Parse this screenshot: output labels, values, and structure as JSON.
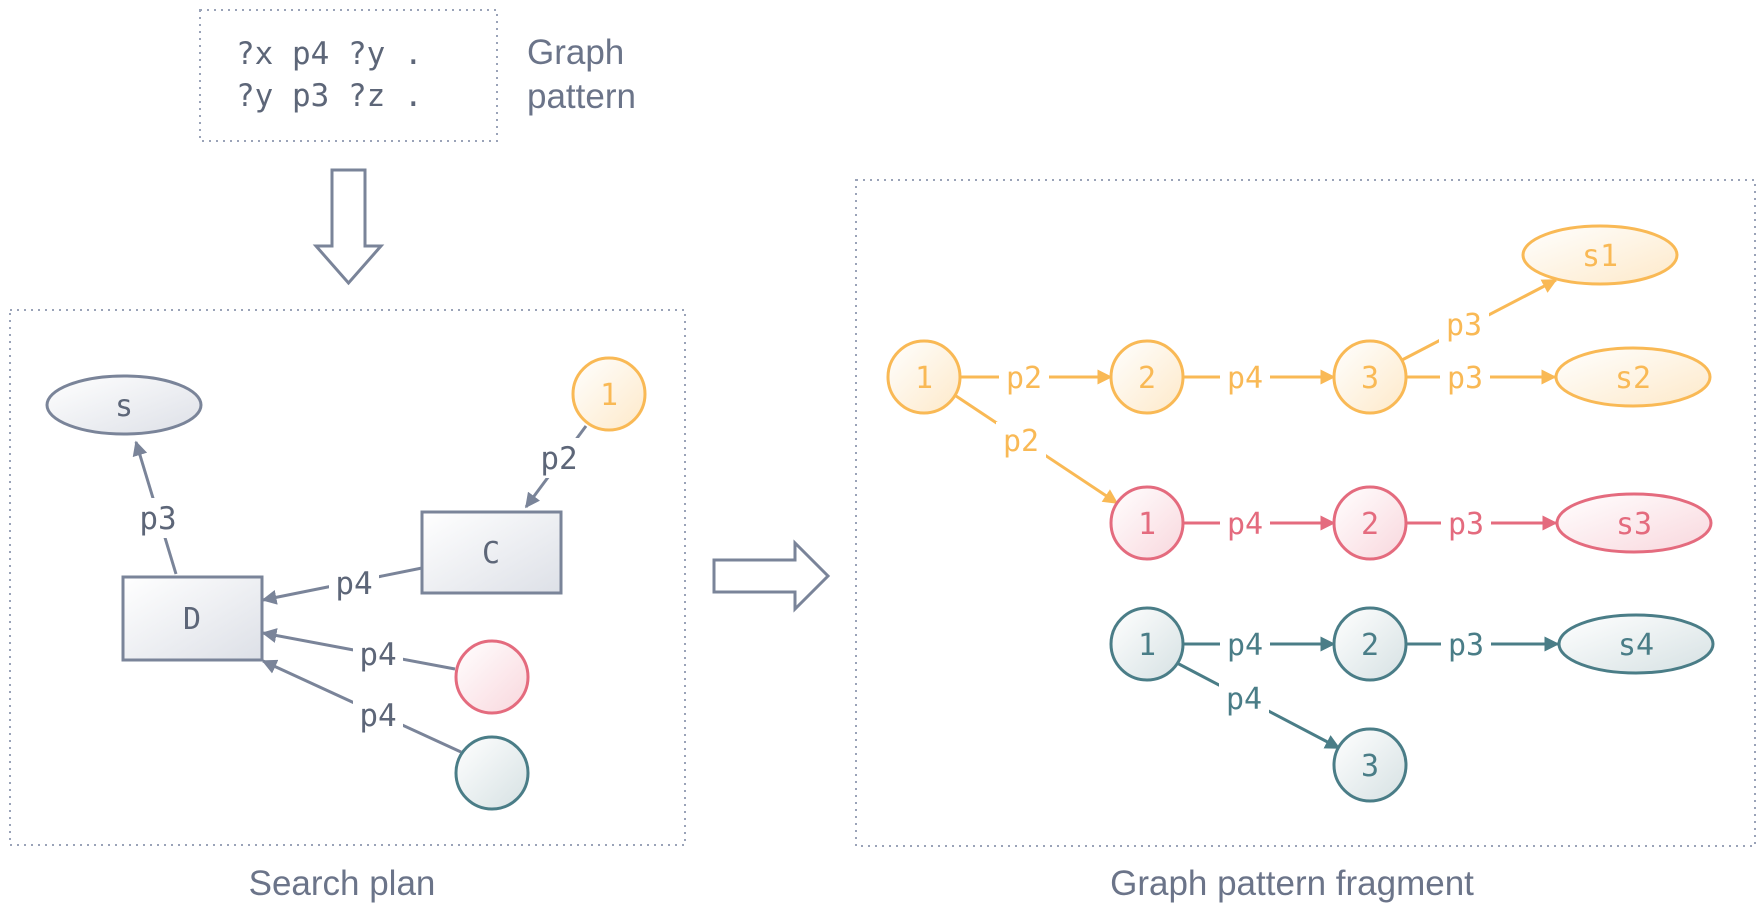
{
  "pattern": {
    "lines": [
      "?x p4 ?y .",
      "?y p3 ?z ."
    ],
    "caption_line1": "Graph",
    "caption_line2": "pattern"
  },
  "search_plan": {
    "caption": "Search plan",
    "nodes": {
      "s": "s",
      "c": "C",
      "d": "D",
      "one": "1"
    },
    "edges": {
      "d_s": "p3",
      "one_c": "p2",
      "c_d": "p4",
      "red_d": "p4",
      "teal_d": "p4"
    }
  },
  "fragment": {
    "caption": "Graph pattern fragment",
    "orange": {
      "n1": "1",
      "n2": "2",
      "n3": "3",
      "n1b": "1",
      "s1": "s1",
      "s2": "s2",
      "e12": "p2",
      "e23": "p4",
      "e3s1": "p3",
      "e3s2": "p3",
      "e1_red1": "p2"
    },
    "red": {
      "n1": "1",
      "n2": "2",
      "s3": "s3",
      "e12": "p4",
      "e2s3": "p3"
    },
    "teal": {
      "n1": "1",
      "n2": "2",
      "n3": "3",
      "s4": "s4",
      "e12": "p4",
      "e2s4": "p3",
      "e13": "p4"
    }
  },
  "colors": {
    "gray": "#7a8499",
    "gray_text": "#5d6678",
    "orange": "#f9b955",
    "red": "#e46b7e",
    "teal": "#4a7d87"
  }
}
